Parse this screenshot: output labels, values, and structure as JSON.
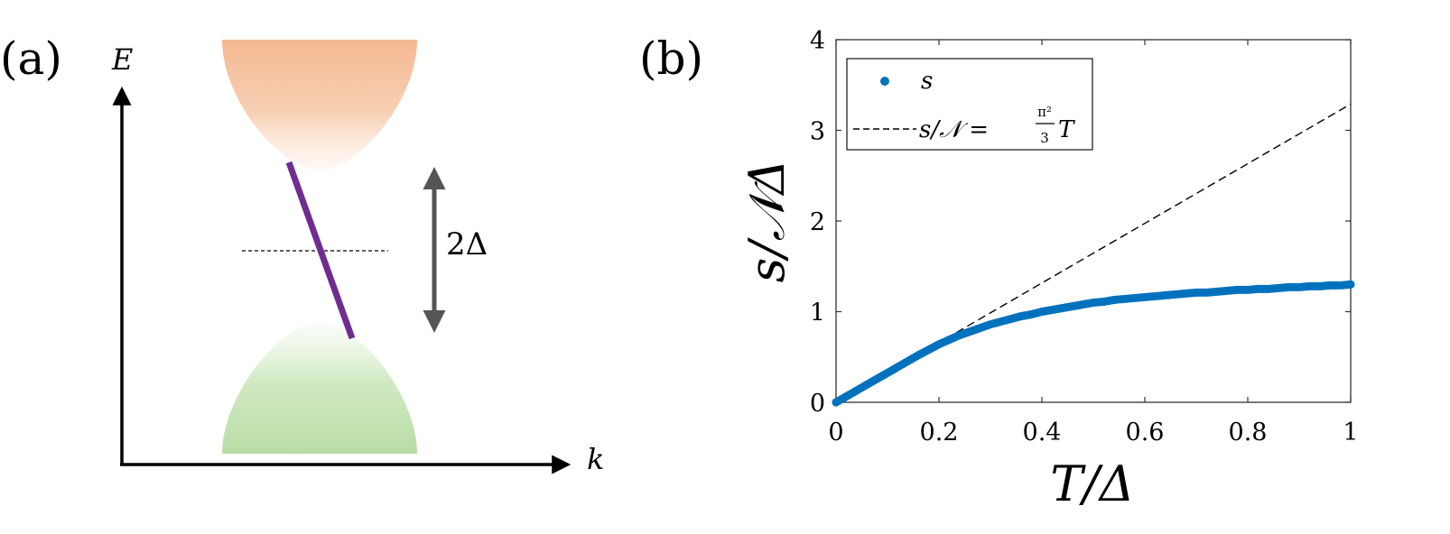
{
  "panel_a": {
    "label": "(a)",
    "e_axis_label": "E",
    "k_axis_label": "k",
    "gap_label": "2Δ",
    "colors": {
      "upper_band": "#f4b890",
      "lower_band": "#b8dca4",
      "edge_state": "#6f2c91",
      "arrow": "#555555"
    }
  },
  "panel_b": {
    "label": "(b)",
    "legend": {
      "entry1": "s",
      "entry2_prefix": "s/𝒩 = ",
      "entry2_frac_num": "π²",
      "entry2_frac_den": "3",
      "entry2_suffix": "T"
    }
  },
  "chart_data": {
    "type": "scatter",
    "xlabel": "T/Δ",
    "ylabel": "s/𝒩Δ",
    "xlim": [
      0,
      1
    ],
    "ylim": [
      0,
      4
    ],
    "xticks": [
      "0",
      "0.2",
      "0.4",
      "0.6",
      "0.8",
      "1"
    ],
    "yticks": [
      "0",
      "1",
      "2",
      "3",
      "4"
    ],
    "grid": false,
    "legend_position": "top-left",
    "series": [
      {
        "name": "s",
        "style": "dots",
        "color": "#0072bd",
        "x": [
          0,
          0.02,
          0.04,
          0.06,
          0.08,
          0.1,
          0.12,
          0.14,
          0.16,
          0.18,
          0.2,
          0.22,
          0.24,
          0.26,
          0.28,
          0.3,
          0.32,
          0.34,
          0.36,
          0.38,
          0.4,
          0.42,
          0.44,
          0.46,
          0.48,
          0.5,
          0.52,
          0.54,
          0.56,
          0.58,
          0.6,
          0.62,
          0.64,
          0.66,
          0.68,
          0.7,
          0.72,
          0.74,
          0.76,
          0.78,
          0.8,
          0.82,
          0.84,
          0.86,
          0.88,
          0.9,
          0.92,
          0.94,
          0.96,
          0.98,
          1.0
        ],
        "y": [
          0,
          0.065,
          0.13,
          0.195,
          0.26,
          0.325,
          0.39,
          0.455,
          0.52,
          0.58,
          0.64,
          0.69,
          0.74,
          0.78,
          0.82,
          0.86,
          0.89,
          0.92,
          0.95,
          0.97,
          1.0,
          1.02,
          1.04,
          1.06,
          1.08,
          1.1,
          1.11,
          1.13,
          1.14,
          1.15,
          1.16,
          1.17,
          1.18,
          1.19,
          1.2,
          1.21,
          1.21,
          1.22,
          1.23,
          1.24,
          1.24,
          1.25,
          1.25,
          1.26,
          1.27,
          1.27,
          1.28,
          1.28,
          1.29,
          1.29,
          1.3
        ]
      },
      {
        "name": "s/𝒩 = π²/3 T",
        "style": "dashed",
        "color": "#000000",
        "x": [
          0,
          1
        ],
        "y": [
          0,
          3.29
        ]
      }
    ]
  }
}
